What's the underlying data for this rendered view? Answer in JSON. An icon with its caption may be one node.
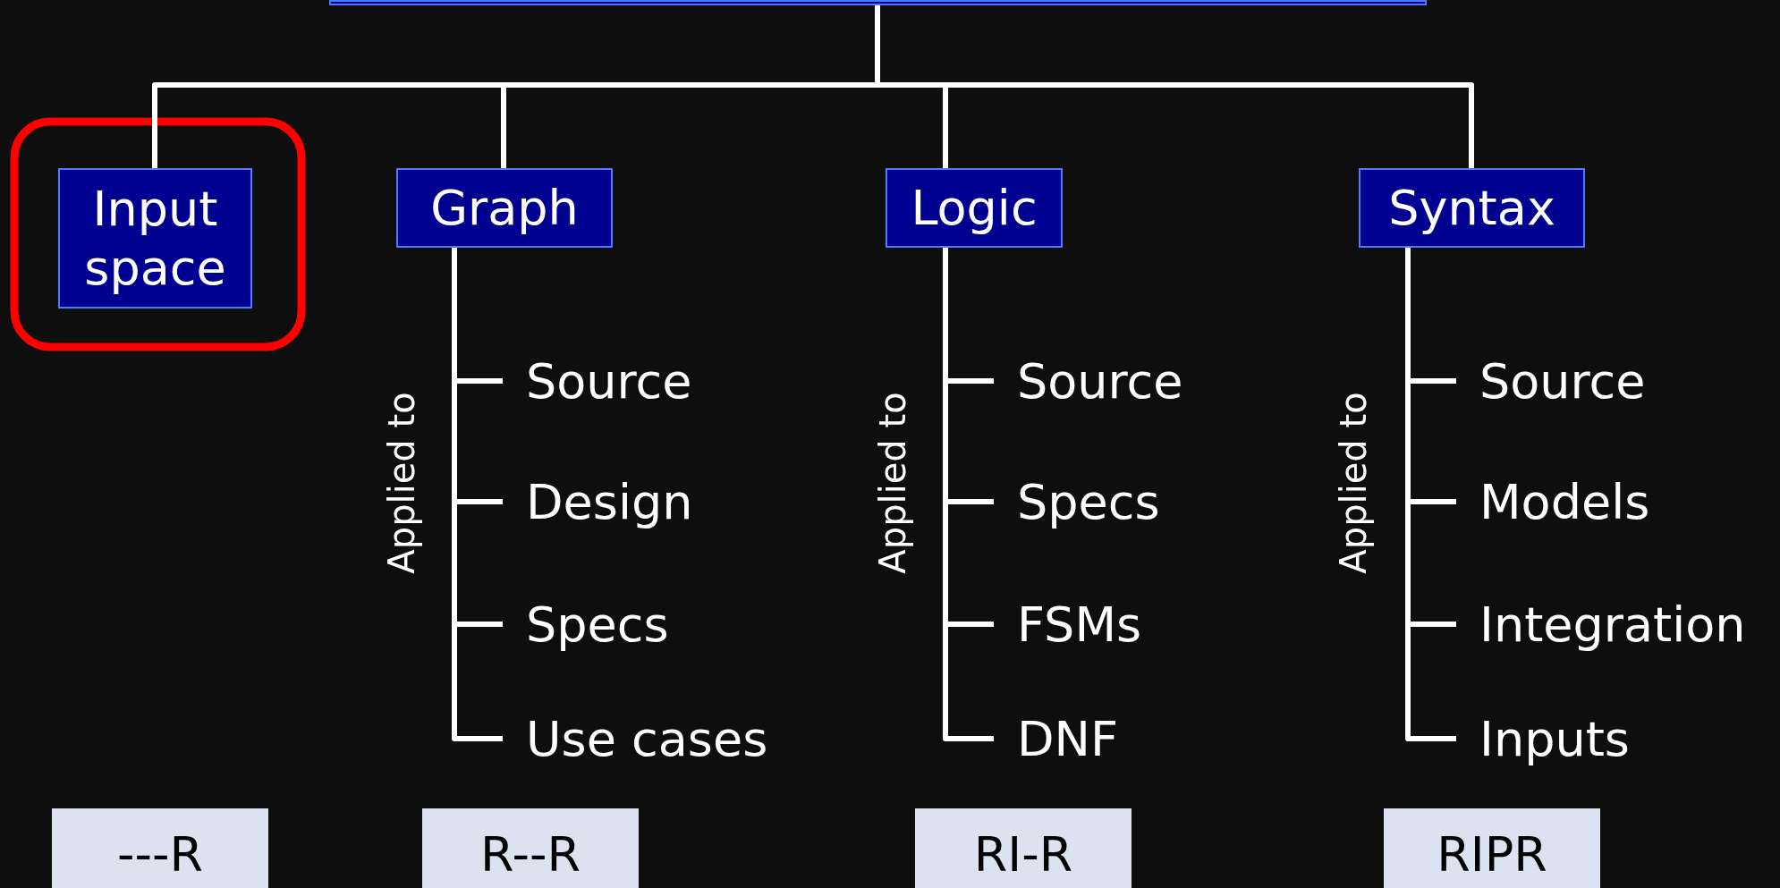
{
  "diagram": {
    "nodes": [
      {
        "text": [],
        "shape": "box"
      },
      {
        "text": [
          "Input space"
        ]
      },
      {
        "text": [
          "Graph"
        ]
      },
      {
        "text": [
          "Logic"
        ]
      },
      {
        "text": [
          "Syntax"
        ]
      },
      {
        "text": [
          "Source"
        ]
      },
      {
        "text": [
          "Design"
        ]
      },
      {
        "text": [
          "Specs"
        ]
      },
      {
        "text": [
          "Use cases"
        ]
      },
      {
        "text": [
          "Source"
        ]
      },
      {
        "text": [
          "Specs"
        ]
      },
      {
        "text": [
          "FSMs"
        ]
      },
      {
        "text": [
          "DNF"
        ]
      },
      {
        "text": [
          "Source"
        ]
      },
      {
        "text": [
          "Models"
        ]
      },
      {
        "text": [
          "Integration"
        ]
      },
      {
        "text": [
          "Inputs"
        ]
      },
      {
        "text": [
          "---R"
        ]
      },
      {
        "text": [
          "R--R"
        ]
      },
      {
        "text": [
          "RI-R"
        ]
      },
      {
        "text": [
          "RIPR"
        ]
      }
    ],
    "edges": [
      {
        "from": 0,
        "to": 1,
        "arrow": "none"
      },
      {
        "from": 0,
        "to": 2,
        "arrow": "none"
      },
      {
        "from": 0,
        "to": 3,
        "arrow": "none"
      },
      {
        "from": 0,
        "to": 4,
        "arrow": "none"
      },
      {
        "from": 2,
        "to": 5,
        "arrow": "none"
      },
      {
        "from": 2,
        "to": 6,
        "arrow": "none"
      },
      {
        "from": 2,
        "to": 7,
        "arrow": "none"
      },
      {
        "from": 2,
        "to": 8,
        "arrow": "none"
      },
      {
        "from": 3,
        "to": 9,
        "arrow": "none"
      },
      {
        "from": 3,
        "to": 10,
        "arrow": "none"
      },
      {
        "from": 3,
        "to": 11,
        "arrow": "none"
      },
      {
        "from": 3,
        "to": 12,
        "arrow": "none"
      },
      {
        "from": 4,
        "to": 13,
        "arrow": "none"
      },
      {
        "from": 4,
        "to": 14,
        "arrow": "none"
      },
      {
        "from": 4,
        "to": 15,
        "arrow": "none"
      },
      {
        "from": 4,
        "to": 16,
        "arrow": "none"
      }
    ],
    "labels": [
      "Applied to",
      "Applied to",
      "Applied to"
    ]
  }
}
